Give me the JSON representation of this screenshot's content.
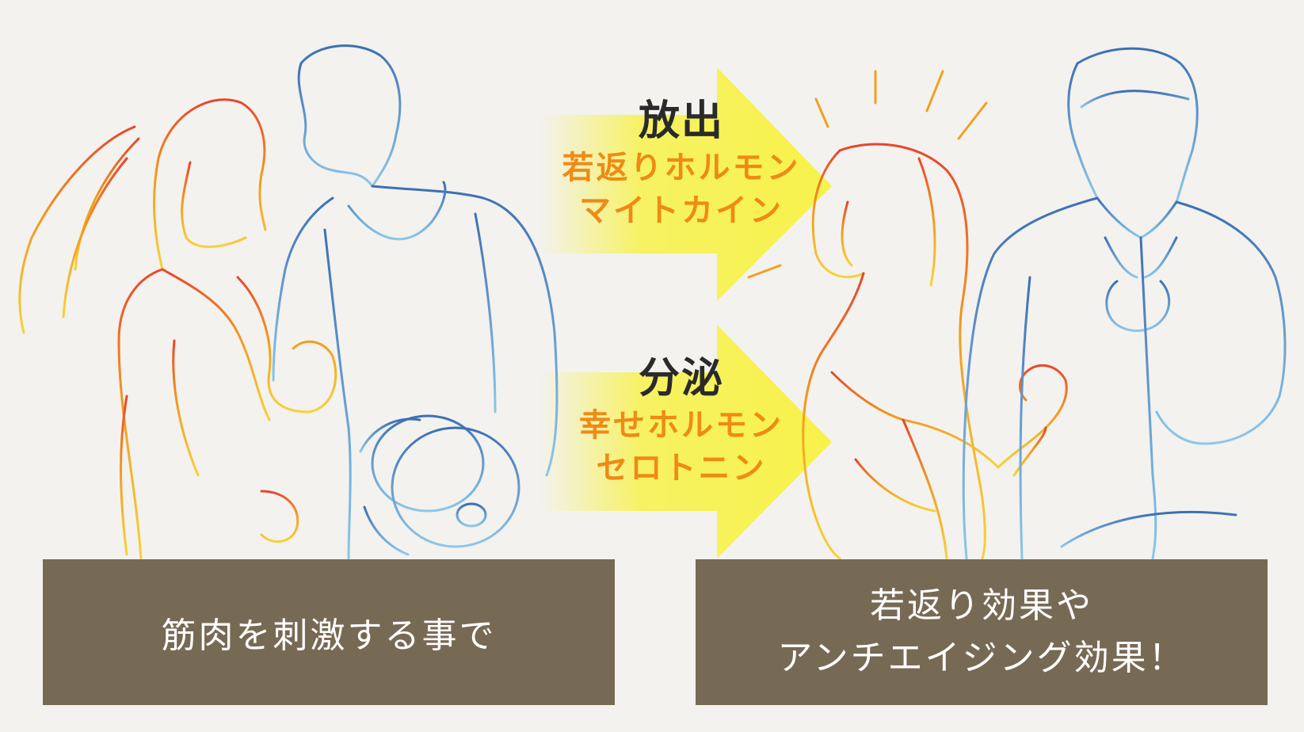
{
  "upper_arrow": {
    "verb": "放出",
    "hormone_line1": "若返りホルモン",
    "hormone_line2": "マイトカイン"
  },
  "lower_arrow": {
    "verb": "分泌",
    "hormone_line1": "幸せホルモン",
    "hormone_line2": "セロトニン"
  },
  "left_caption": "筋肉を刺激する事で",
  "right_caption": {
    "line1": "若返り効果や",
    "line2": "アンチエイジング効果！"
  },
  "colors": {
    "background": "#f3f2ef",
    "caption_box": "#776a55",
    "arrow": "#f7f24a",
    "hormone_text": "#ef8a15",
    "verb_text": "#2a2a2a",
    "line_warm": "#f0a020",
    "line_cool": "#5b8ec4"
  }
}
